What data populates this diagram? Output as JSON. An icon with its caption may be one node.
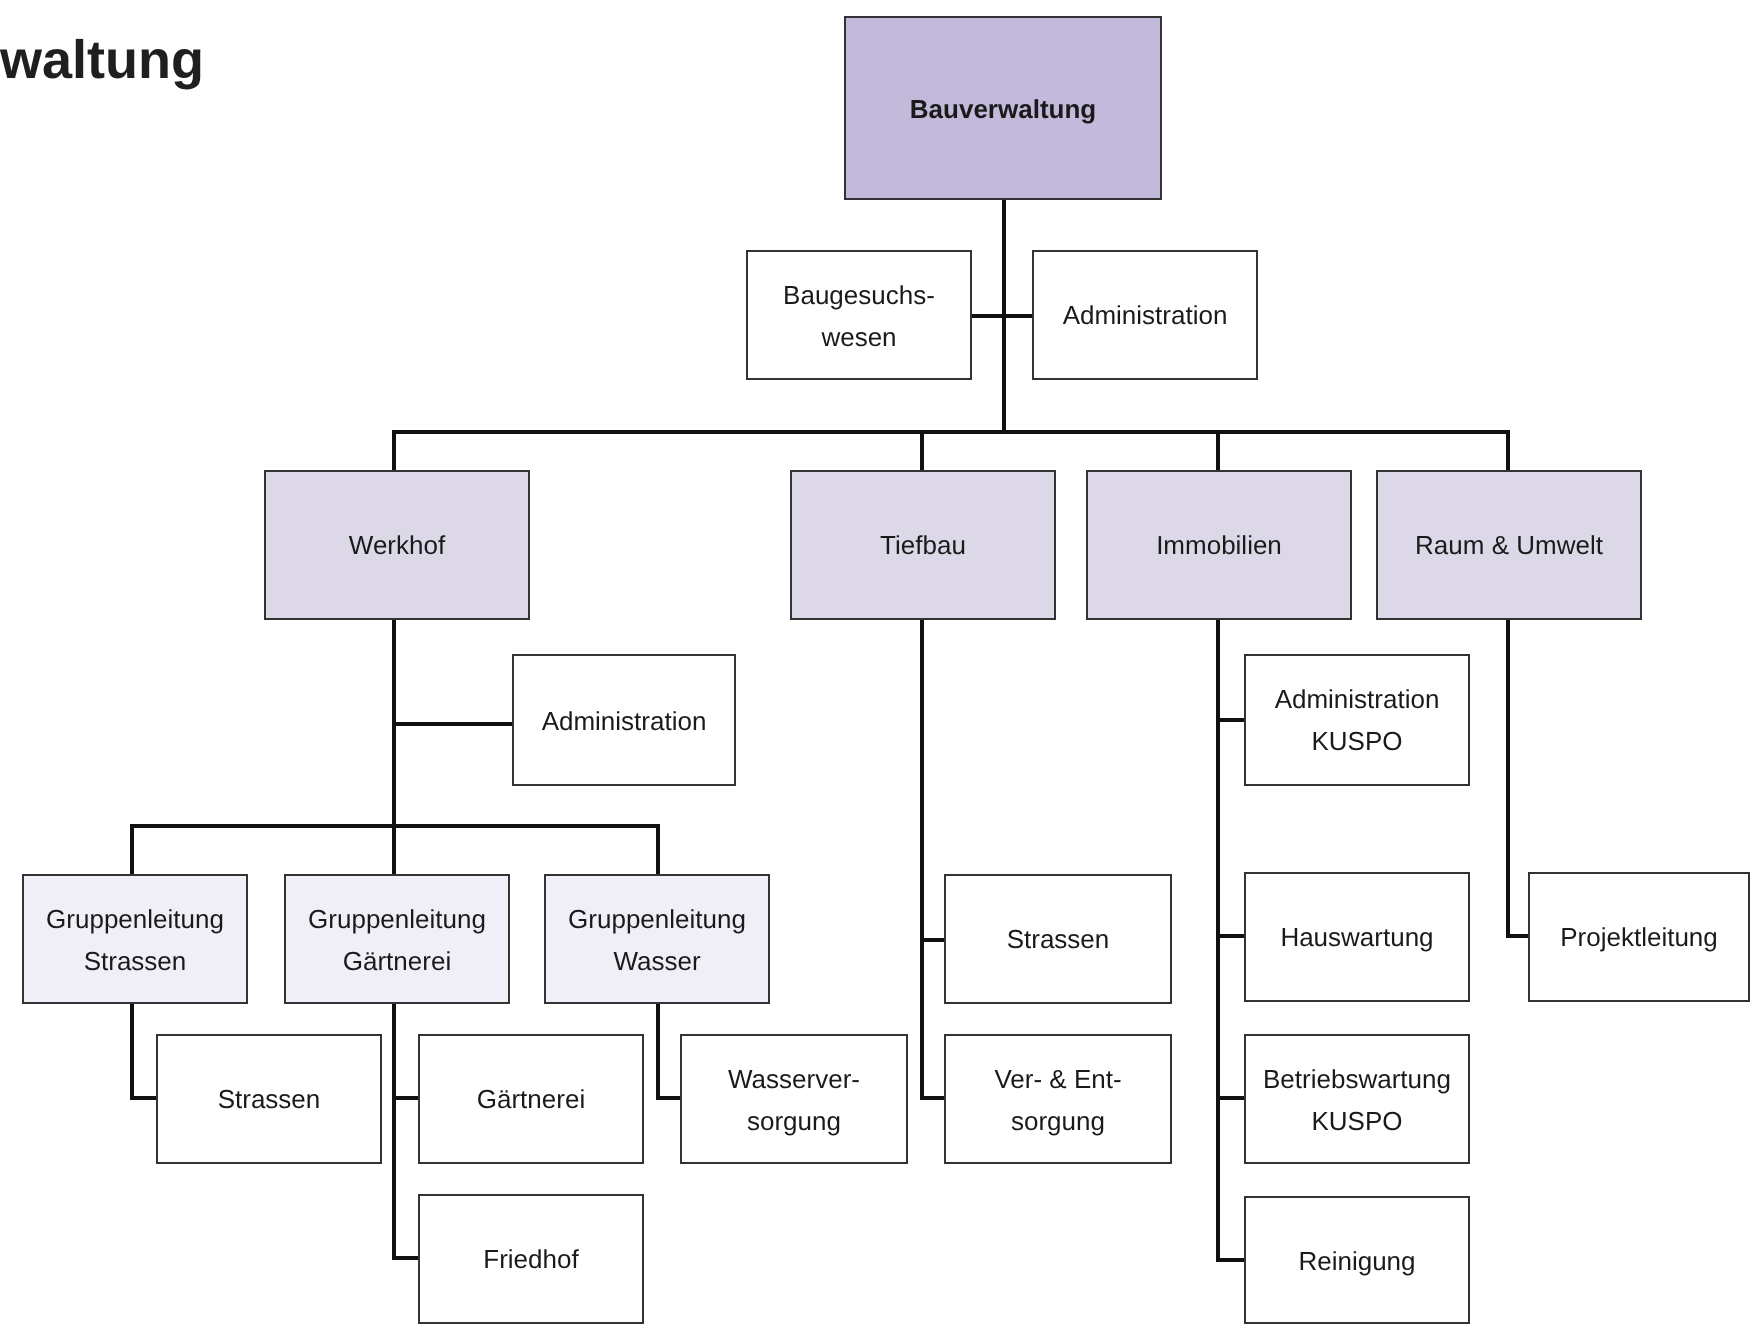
{
  "diagram": {
    "title": "waltung",
    "nodes": [
      {
        "text": [
          "Bauverwaltung"
        ]
      },
      {
        "text": [
          "Baugesuchs- wesen"
        ]
      },
      {
        "text": [
          "Administration"
        ]
      },
      {
        "text": [
          "Werkhof"
        ]
      },
      {
        "text": [
          "Tiefbau"
        ]
      },
      {
        "text": [
          "Immobilien"
        ]
      },
      {
        "text": [
          "Raum & Umwelt"
        ]
      },
      {
        "text": [
          "Administration"
        ]
      },
      {
        "text": [
          "Gruppenleitung Strassen"
        ]
      },
      {
        "text": [
          "Gruppenleitung Gärtnerei"
        ]
      },
      {
        "text": [
          "Gruppenleitung Wasser"
        ]
      },
      {
        "text": [
          "Strassen"
        ]
      },
      {
        "text": [
          "Gärtnerei"
        ]
      },
      {
        "text": [
          "Friedhof"
        ]
      },
      {
        "text": [
          "Wasserver- sorgung"
        ]
      },
      {
        "text": [
          "Strassen"
        ]
      },
      {
        "text": [
          "Ver- & Ent- sorgung"
        ]
      },
      {
        "text": [
          "Administration KUSPO"
        ]
      },
      {
        "text": [
          "Hauswartung"
        ]
      },
      {
        "text": [
          "Betriebswartung KUSPO"
        ]
      },
      {
        "text": [
          "Reinigung"
        ]
      },
      {
        "text": [
          "Projektleitung"
        ]
      }
    ],
    "edges": [
      {
        "from": 0,
        "to": 1,
        "arrow": "none"
      },
      {
        "from": 0,
        "to": 2,
        "arrow": "none"
      },
      {
        "from": 0,
        "to": 3,
        "arrow": "none"
      },
      {
        "from": 0,
        "to": 4,
        "arrow": "none"
      },
      {
        "from": 0,
        "to": 5,
        "arrow": "none"
      },
      {
        "from": 0,
        "to": 6,
        "arrow": "none"
      },
      {
        "from": 3,
        "to": 7,
        "arrow": "none"
      },
      {
        "from": 3,
        "to": 8,
        "arrow": "none"
      },
      {
        "from": 3,
        "to": 9,
        "arrow": "none"
      },
      {
        "from": 3,
        "to": 10,
        "arrow": "none"
      },
      {
        "from": 8,
        "to": 11,
        "arrow": "none"
      },
      {
        "from": 9,
        "to": 12,
        "arrow": "none"
      },
      {
        "from": 9,
        "to": 13,
        "arrow": "none"
      },
      {
        "from": 10,
        "to": 14,
        "arrow": "none"
      },
      {
        "from": 4,
        "to": 15,
        "arrow": "none"
      },
      {
        "from": 4,
        "to": 16,
        "arrow": "none"
      },
      {
        "from": 5,
        "to": 17,
        "arrow": "none"
      },
      {
        "from": 5,
        "to": 18,
        "arrow": "none"
      },
      {
        "from": 5,
        "to": 19,
        "arrow": "none"
      },
      {
        "from": 5,
        "to": 20,
        "arrow": "none"
      },
      {
        "from": 6,
        "to": 21,
        "arrow": "none"
      }
    ]
  }
}
